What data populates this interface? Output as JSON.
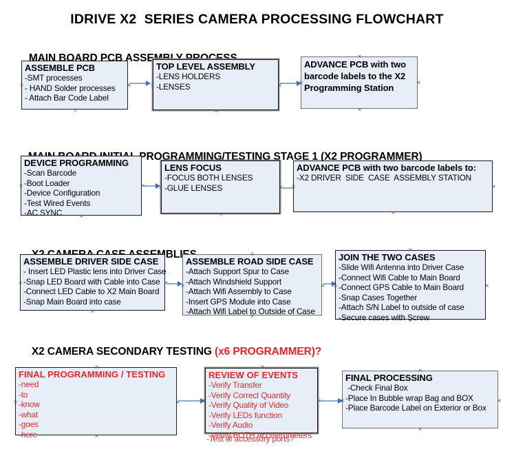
{
  "title": "IDRIVE X2  SERIES CAMERA PROCESSING FLOWCHART",
  "colors": {
    "box_fill": "#e8eef7",
    "box_border": "#1a1a1a",
    "arrow_shaft": "#8ea9c4",
    "arrow_head": "#3f6fb5",
    "accent_red": "#e8262c",
    "text": "#000000"
  },
  "sections": [
    {
      "id": "main-board-pcb-assembly",
      "heading": "MAIN BOARD PCB ASSEMBLY PROCESS",
      "heading_accent": "",
      "nodes": [
        {
          "id": "assemble-pcb",
          "title": "ASSEMBLE PCB",
          "lines": [
            "-SMT processes",
            "- HAND Solder processes",
            "- Attach Bar Code Label"
          ]
        },
        {
          "id": "top-level-assembly",
          "title": "TOP LEVEL ASSEMBLY",
          "lines": [
            "-LENS HOLDERS",
            "-LENSES"
          ]
        },
        {
          "id": "advance-pcb-to-programming-station",
          "title": "ADVANCE PCB with two barcode labels to the  X2 Programming Station",
          "lines": []
        }
      ]
    },
    {
      "id": "main-board-initial-programming",
      "heading": "MAIN BOARD INITIAL PROGRAMMING/TESTING STAGE 1 (X2 PROGRAMMER)",
      "heading_accent": "",
      "nodes": [
        {
          "id": "device-programming",
          "title": "DEVICE PROGRAMMING",
          "lines": [
            "-Scan Barcode",
            "-Boot Loader",
            "-Device Configuration",
            "-Test Wired Events",
            "-AC SYNC"
          ]
        },
        {
          "id": "lens-focus",
          "title": "LENS FOCUS",
          "lines": [
            "-FOCUS BOTH LENSES",
            "-GLUE LENSES"
          ]
        },
        {
          "id": "advance-pcb-to-driver-side-case",
          "title": "ADVANCE PCB with two barcode labels to:",
          "lines": [
            "-X2 DRIVER  SIDE  CASE  ASSEMBLY STATION"
          ]
        }
      ]
    },
    {
      "id": "x2-camera-case-assemblies",
      "heading": "X2 CAMERA CASE ASSEMBLIES",
      "heading_accent": "",
      "nodes": [
        {
          "id": "assemble-driver-side-case",
          "title": "ASSEMBLE DRIVER SIDE CASE",
          "lines": [
            "- Insert LED Plastic lens into Driver Case",
            "-Snap LED Board with Cable into Case",
            "-Connect LED Cable to X2 Main Board",
            "-Snap Main Board into case"
          ]
        },
        {
          "id": "assemble-road-side-case",
          "title": "ASSEMBLE ROAD SIDE CASE",
          "lines": [
            "-Attach Support Spur to Case",
            "-Attach Windshield Support",
            "-Attach Wifi Assembly to Case",
            "-Insert GPS Module into Case",
            "-Attach Wifi Label to Outside of Case"
          ]
        },
        {
          "id": "join-the-two-cases",
          "title": "JOIN THE TWO CASES",
          "lines": [
            "-Slide Wifi Antenna into Driver Case",
            "-Connect Wifi Cable to Main Board",
            "-Connect GPS Cable to Main Board",
            "-Snap Cases Together",
            "-Attach S/N Label to outside of case",
            "-Secure cases with Screw"
          ]
        }
      ]
    },
    {
      "id": "x2-camera-secondary-testing",
      "heading": "X2 CAMERA SECONDARY TESTING ",
      "heading_accent": "(x6 PROGRAMMER)?",
      "nodes": [
        {
          "id": "final-programming-testing",
          "title": "FINAL PROGRAMMING / TESTING",
          "lines": [
            "-need",
            "-to",
            "-know",
            "-what",
            "-goes",
            "-here"
          ]
        },
        {
          "id": "review-of-events",
          "title": "REVIEW OF EVENTS",
          "lines": [
            "-Verify Transfer",
            "-Verify Correct Quantity",
            "-Verify Quality of Video",
            "-Verify LEDs function",
            "-Verify Audio",
            "-Verify BOTH Accelerometers"
          ],
          "overflow_line": "-Test of accessory ports?"
        },
        {
          "id": "final-processing",
          "title": "FINAL PROCESSING",
          "lines": [
            " -Check Final Box",
            "-Place In Bubble wrap Bag and BOX",
            "-Place Barcode Label on Exterior or Box"
          ]
        }
      ]
    }
  ]
}
